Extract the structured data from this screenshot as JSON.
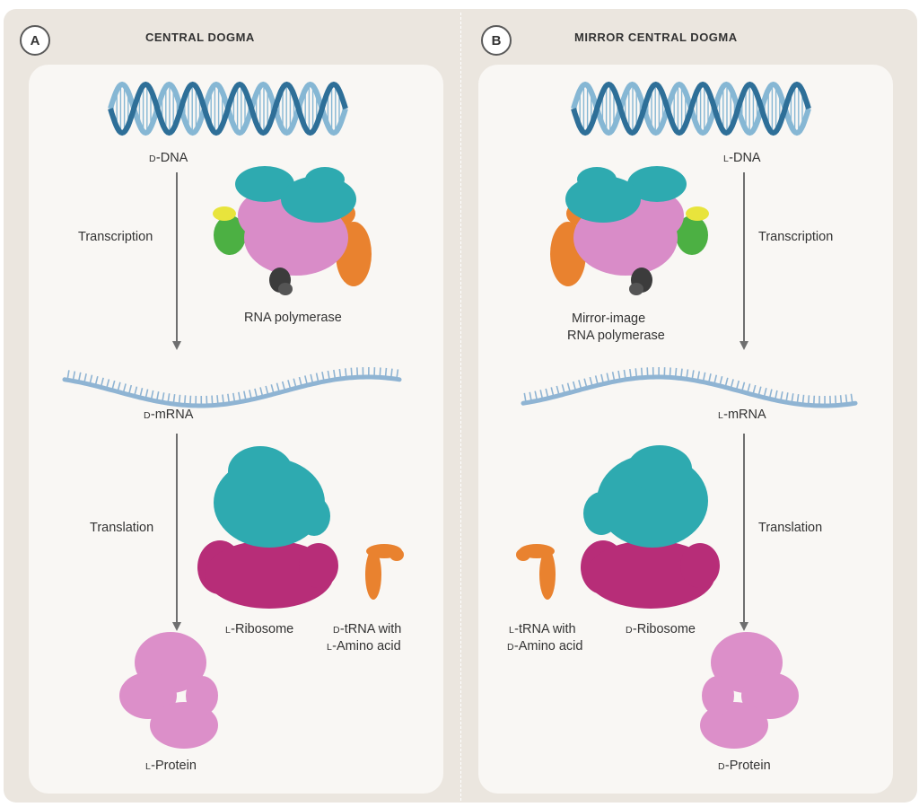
{
  "panels": {
    "a": {
      "badge": "A",
      "title": "CENTRAL DOGMA",
      "dna": {
        "prefix": "D",
        "name": "-DNA"
      },
      "step1": "Transcription",
      "polymerase_line1": "RNA polymerase",
      "mrna": {
        "prefix": "D",
        "name": "-mRNA"
      },
      "step2": "Translation",
      "ribosome": {
        "prefix": "L",
        "name": "-Ribosome"
      },
      "trna_line1": {
        "prefix": "D",
        "name": "-tRNA with"
      },
      "trna_line2": {
        "prefix": "L",
        "name": "-Amino acid"
      },
      "protein": {
        "prefix": "L",
        "name": "-Protein"
      }
    },
    "b": {
      "badge": "B",
      "title": "MIRROR CENTRAL DOGMA",
      "dna": {
        "prefix": "L",
        "name": "-DNA"
      },
      "step1": "Transcription",
      "polymerase_line1": "Mirror-image",
      "polymerase_line2": "RNA polymerase",
      "mrna": {
        "prefix": "L",
        "name": "-mRNA"
      },
      "step2": "Translation",
      "ribosome": {
        "prefix": "D",
        "name": "-Ribosome"
      },
      "trna_line1": {
        "prefix": "L",
        "name": "-tRNA with"
      },
      "trna_line2": {
        "prefix": "D",
        "name": "-Amino acid"
      },
      "protein": {
        "prefix": "D",
        "name": "-Protein"
      }
    }
  },
  "colors": {
    "frame": "#ebe6df",
    "panel": "#f9f7f4",
    "dna_dark": "#2e6f98",
    "dna_light": "#86b7d4",
    "mrna": "#8fb4d3",
    "arrow": "#6f6f6f",
    "teal": "#2eaab0",
    "pink": "#d98cc8",
    "magenta": "#b72d78",
    "orange": "#e9822f",
    "green": "#4cb043",
    "yellow": "#e8e43c",
    "dark": "#3c3c3c",
    "protein": "#dc8fc9"
  }
}
